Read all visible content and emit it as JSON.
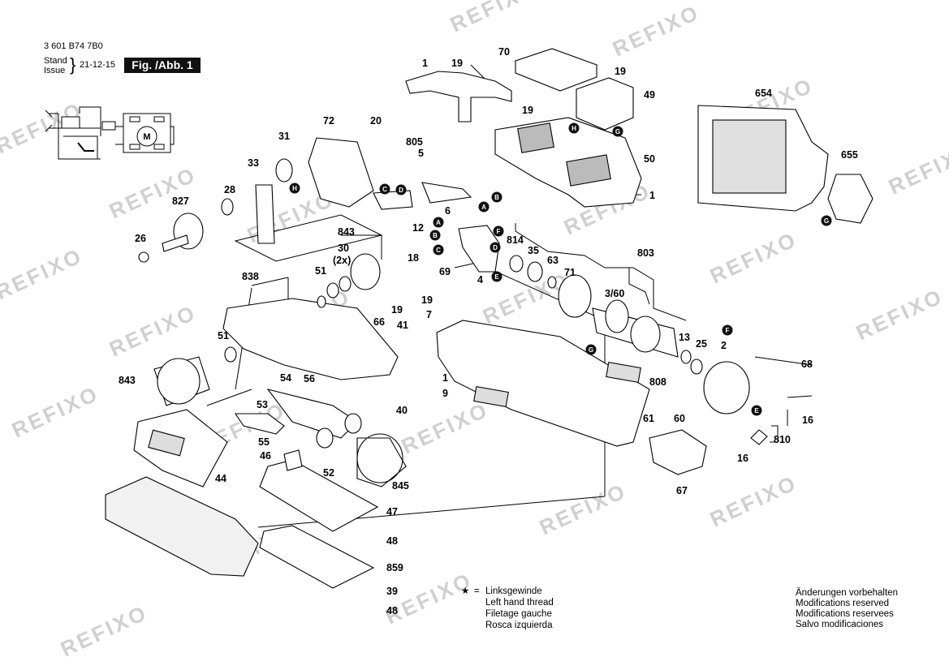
{
  "header": {
    "doc_number": "3 601 B74 7B0",
    "stand_label": "Stand",
    "issue_label": "Issue",
    "date": "21-12-15",
    "figure_label": "Fig. /Abb. 1"
  },
  "watermark": "REFIXO",
  "part_labels": [
    "1",
    "19",
    "70",
    "19",
    "49",
    "19",
    "50",
    "1",
    "654",
    "655",
    "20",
    "72",
    "31",
    "33",
    "28",
    "827",
    "26",
    "805",
    "5",
    "6",
    "12",
    "843",
    "30",
    "(2x)",
    "18",
    "814",
    "35",
    "63",
    "71",
    "803",
    "3/60",
    "69",
    "4",
    "838",
    "51",
    "19",
    "66",
    "41",
    "19",
    "7",
    "1",
    "9",
    "808",
    "13",
    "25",
    "2",
    "68",
    "51",
    "843",
    "54",
    "56",
    "53",
    "40",
    "55",
    "46",
    "52",
    "845",
    "44",
    "61",
    "60",
    "16",
    "810",
    "16",
    "67",
    "47",
    "48",
    "859",
    "39",
    "48"
  ],
  "connector_letters": [
    "A",
    "B",
    "C",
    "D",
    "E",
    "F",
    "G",
    "H"
  ],
  "legend": {
    "star_symbol": "★",
    "equals": "=",
    "lines": [
      "Linksgewinde",
      "Left hand thread",
      "Filetage gauche",
      "Rosca izquierda"
    ]
  },
  "modifications": [
    "Änderungen vorbehalten",
    "Modifications reserved",
    "Modifications reservees",
    "Salvo modificaciones"
  ]
}
